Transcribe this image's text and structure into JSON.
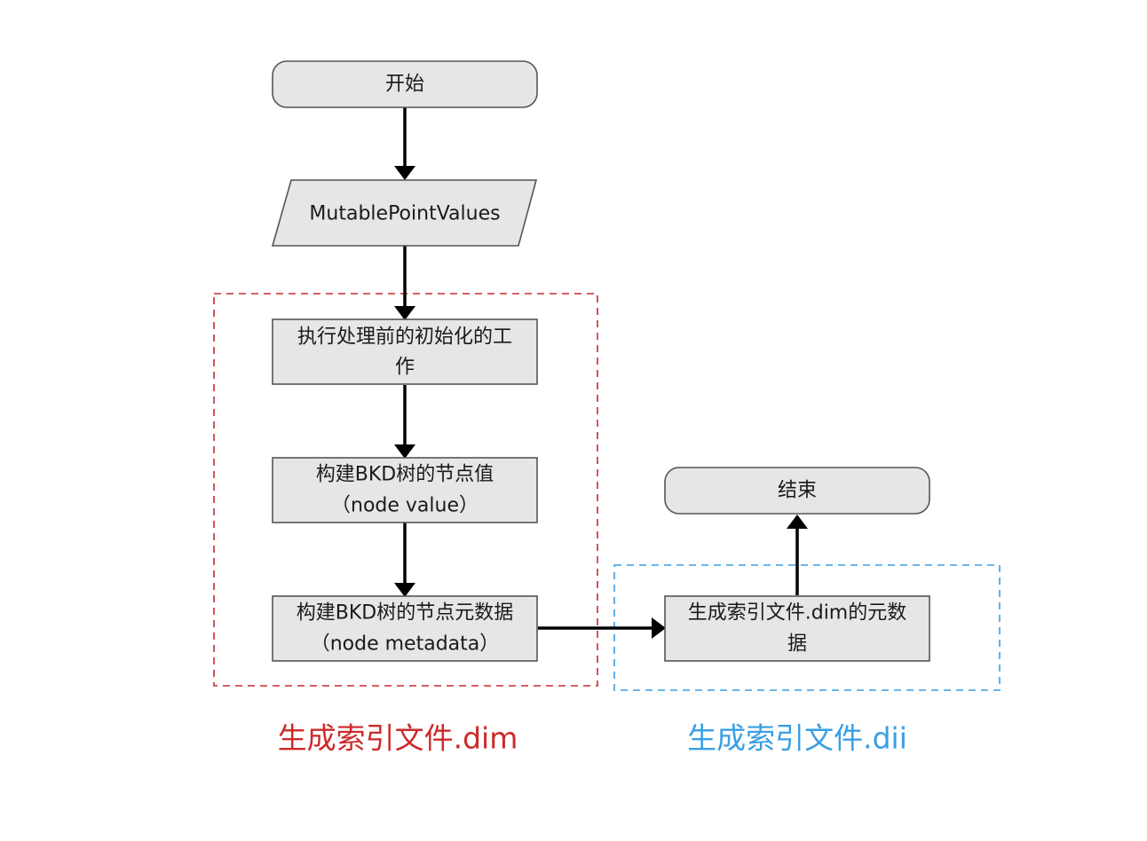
{
  "nodes": {
    "start": "开始",
    "input": "MutablePointValues",
    "init_line1": "执行处理前的初始化的工",
    "init_line2": "作",
    "value_line1": "构建BKD树的节点值",
    "value_line2": "（node value）",
    "meta_line1": "构建BKD树的节点元数据",
    "meta_line2": "（node metadata）",
    "dim_meta_line1": "生成索引文件.dim的元数",
    "dim_meta_line2": "据",
    "end": "结束"
  },
  "groups": {
    "dim_caption": "生成索引文件.dim",
    "dii_caption": "生成索引文件.dii"
  },
  "colors": {
    "node_fill": "#e6e6e6",
    "node_stroke": "#555555",
    "arrow": "#000000",
    "dim_group": "#cc2a2a",
    "dii_group": "#3a9ee4"
  }
}
